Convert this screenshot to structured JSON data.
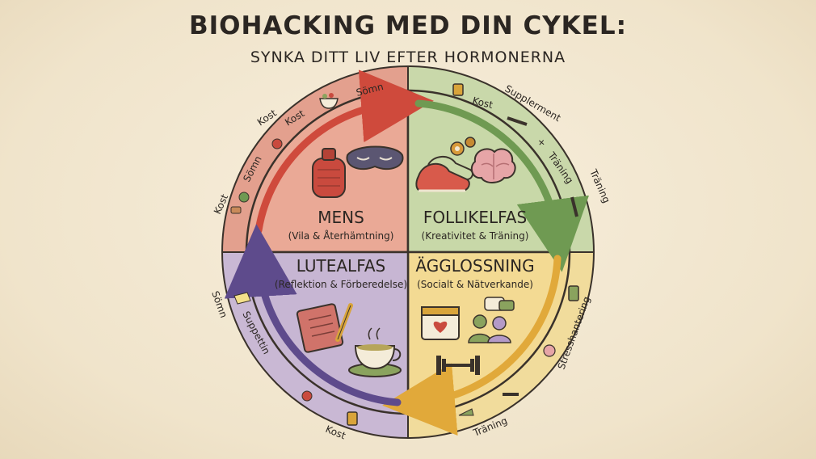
{
  "title": "BIOHACKING MED DIN CYKEL:",
  "subtitle": "SYNKA DITT LIV EFTER HORMONERNA",
  "phases": {
    "mens": {
      "name": "MENS",
      "desc": "(Vila & Återhämtning)"
    },
    "follikel": {
      "name": "FOLLIKELFAS",
      "desc": "(Kreativitet & Träning)"
    },
    "agg": {
      "name": "ÄGGLOSSNING",
      "desc": "(Socialt & Nätverkande)"
    },
    "luteal": {
      "name": "LUTEALFAS",
      "desc": "(Reflektion & Förberedelse)"
    }
  },
  "ring_labels": {
    "somn_top": "Sömn",
    "kost_top_inner": "Kost",
    "kost_top_outer": "Kost",
    "somn_left": "Sömn",
    "kost_left": "Kost",
    "kost_right": "Kost",
    "supplement": "Supplerment",
    "plus": "+",
    "traning_inner": "Träning",
    "traning_outer": "Träning",
    "stress": "Stresshantering",
    "traning_bottom": "Träning",
    "kost_bottom": "Kost",
    "somn_lower_left": "Sömn",
    "suppettin": "Suppettin"
  },
  "colors": {
    "mens": "#e9a593",
    "follikel": "#c5d6a5",
    "agg": "#f2d894",
    "luteal": "#c6b5d2",
    "ring_mens": "#e3a08e",
    "ring_follikel": "#c9d8aa",
    "ring_agg": "#f1dc9c",
    "ring_luteal": "#c9b8d4",
    "arrow_red": "#cf4a3c",
    "arrow_green": "#6f9a52",
    "arrow_yellow": "#e1a93a",
    "arrow_purple": "#5e4b8c"
  }
}
